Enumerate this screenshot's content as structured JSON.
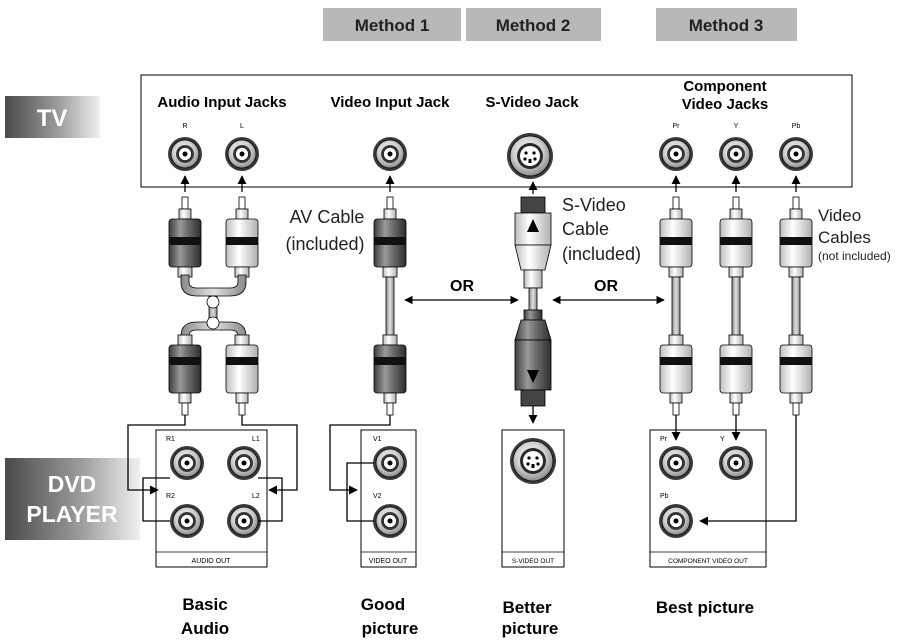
{
  "methods": [
    "Method 1",
    "Method 2",
    "Method 3"
  ],
  "tv": {
    "badge": "TV",
    "audio_jacks_label": "Audio Input Jacks",
    "video_jack_label": "Video Input Jack",
    "svideo_jack_label": "S-Video Jack",
    "component_label_line1": "Component",
    "component_label_line2": "Video Jacks",
    "jack_r": "R",
    "jack_l": "L",
    "jack_pr": "Pr",
    "jack_y": "Y",
    "jack_pb": "Pb"
  },
  "cables": {
    "av_line1": "AV Cable",
    "av_line2": "(included)",
    "svideo_line1": "S-Video",
    "svideo_line2": "Cable",
    "svideo_line3": "(included)",
    "video_line1": "Video",
    "video_line2": "Cables",
    "video_line3": "(not included)",
    "or_left": "OR",
    "or_right": "OR"
  },
  "dvd": {
    "badge_line1": "DVD",
    "badge_line2": "PLAYER",
    "jack_r1": "R1",
    "jack_l1": "L1",
    "jack_r2": "R2",
    "jack_l2": "L2",
    "jack_v1": "V1",
    "jack_v2": "V2",
    "jack_pr": "Pr",
    "jack_y": "Y",
    "jack_pb": "Pb",
    "panel_audio": "AUDIO OUT",
    "panel_video": "VIDEO OUT",
    "panel_svideo": "S-VIDEO OUT",
    "panel_component": "COMPONENT VIDEO OUT"
  },
  "captions": {
    "basic_line1": "Basic",
    "basic_line2": "Audio",
    "good_line1": "Good",
    "good_line2": "picture",
    "better_line1": "Better",
    "better_line2": "picture",
    "best": "Best picture"
  },
  "colors": {
    "badge_dark": "#555555",
    "badge_light": "#e6e6e6",
    "method_bg": "#b8b8b8",
    "cable_dark": "#6a6a6a",
    "cable_light": "#e8e8e8",
    "line": "#000000"
  }
}
